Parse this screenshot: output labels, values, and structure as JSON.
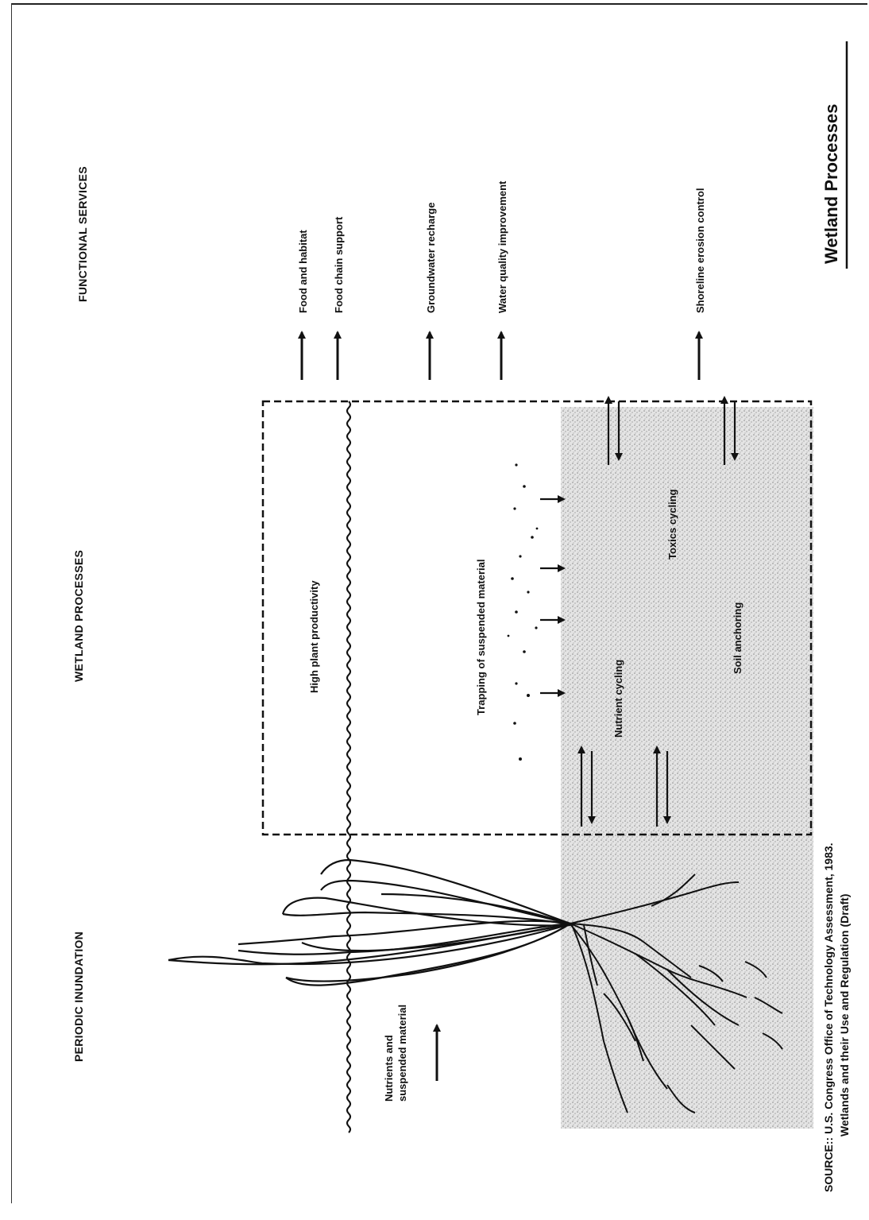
{
  "title": "Wetland Processes",
  "columns": {
    "periodic_inundation": "PERIODIC INUNDATION",
    "wetland_processes": "WETLAND PROCESSES",
    "functional_services": "FUNCTIONAL SERVICES"
  },
  "inflow": {
    "line1": "Nutrients and",
    "line2": "suspended material"
  },
  "processes": {
    "productivity": "High plant productivity",
    "trapping": "Trapping of suspended material",
    "nutrient_cycling": "Nutrient cycling",
    "toxics_cycling": "Toxics cycling",
    "soil_anchoring": "Soil anchoring"
  },
  "services": [
    "Food and habitat",
    "Food chain support",
    "Groundwater recharge",
    "Water quality improvement",
    "Shoreline erosion control"
  ],
  "source": {
    "line1": "SOURCE:: U.S. Congress Office of Technology Assessment, 1983.",
    "line2": "Wetlands and their Use and Regulation (Draft)"
  }
}
